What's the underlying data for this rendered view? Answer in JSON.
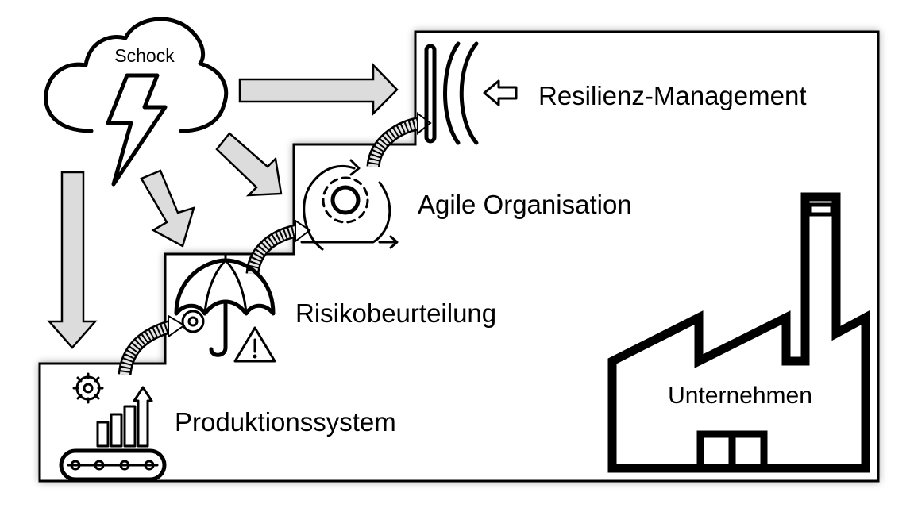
{
  "diagram": {
    "shock_label": "Schock",
    "levels": [
      {
        "label": "Produktionssystem"
      },
      {
        "label": "Risikobeurteilung"
      },
      {
        "label": "Agile Organisation"
      },
      {
        "label": "Resilienz-Management"
      }
    ],
    "company_label": "Unternehmen"
  },
  "colors": {
    "arrow_fill": "#dcdcdc",
    "stroke": "#000000"
  }
}
